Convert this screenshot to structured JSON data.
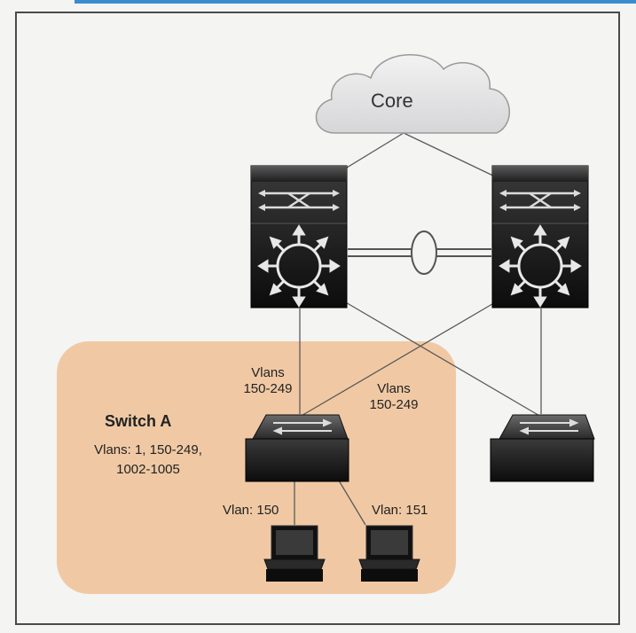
{
  "cloud": {
    "label": "Core"
  },
  "switch_a": {
    "title": "Switch A",
    "vlans_line1": "Vlans: 1, 150-249,",
    "vlans_line2": "1002-1005"
  },
  "links": {
    "uplink_left": {
      "line1": "Vlans",
      "line2": "150-249"
    },
    "uplink_right": {
      "line1": "Vlans",
      "line2": "150-249"
    },
    "host_left": "Vlan: 150",
    "host_right": "Vlan: 151"
  },
  "colors": {
    "zone_fill": "#f0c9a4",
    "device_dark": "#141414",
    "frame_blue": "#3a8ccf",
    "cloud_fill": "#e4e4e6"
  }
}
